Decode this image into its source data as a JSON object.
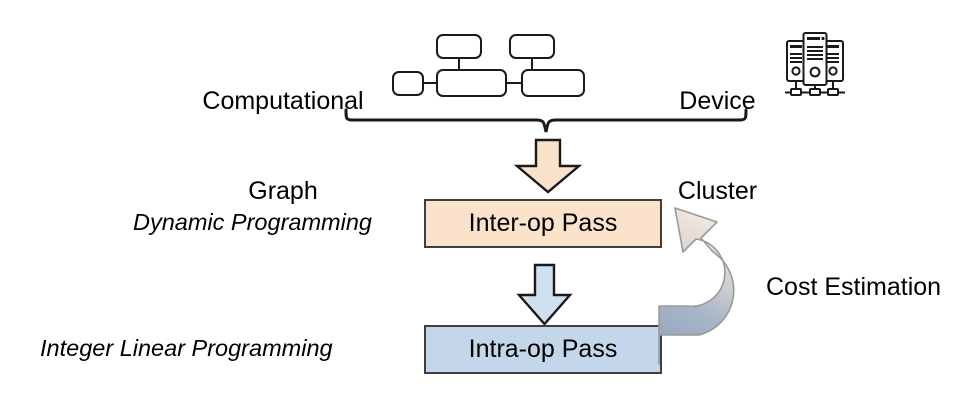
{
  "diagram": {
    "title_semantic": "alpa-compiler-two-level-pass-pipeline",
    "inputs": {
      "computational_graph": {
        "label_line1": "Computational",
        "label_line2": "Graph",
        "icon": "computational-graph-icon"
      },
      "device_cluster": {
        "label_line1": "Device",
        "label_line2": "Cluster",
        "icon": "server-cluster-icon"
      }
    },
    "methods": {
      "inter_op": "Dynamic Programming",
      "intra_op": "Integer Linear Programming"
    },
    "passes": [
      {
        "name": "Inter-op Pass",
        "fill": "#fbe2ca"
      },
      {
        "name": "Intra-op Pass",
        "fill": "#c3d6ea"
      }
    ],
    "feedback": {
      "label": "Cost Estimation",
      "from": "Intra-op Pass",
      "to": "Inter-op Pass"
    },
    "arrows": {
      "input_to_interop": {
        "icon": "down-block-arrow-icon",
        "fill": "#fbe2ca"
      },
      "interop_to_intraop": {
        "icon": "down-block-arrow-icon",
        "fill": "#cfe0f0"
      },
      "intraop_to_interop": {
        "icon": "curved-up-arrow-icon",
        "fill_start": "#8d9fb8",
        "fill_end": "#efe4da"
      }
    },
    "colors": {
      "inter_op_fill": "#fbe2ca",
      "intra_op_fill": "#c3d6ea",
      "outline": "#3f3f3f",
      "text": "#000000",
      "background": "#ffffff"
    }
  }
}
